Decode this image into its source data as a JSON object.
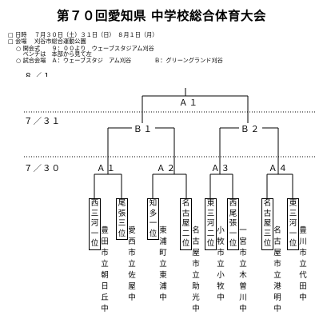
{
  "title": "第７０回愛知県 中学校総合体育大会",
  "info": {
    "date_line": "日時　 ７月３０日（土）３１日（日）　８月１日（月）",
    "venue_line": "会場　 刈谷市総合運動公園",
    "opening_line": "開会式　　９：００より　ウェーブスタジアム刈谷",
    "bench_line": "ベンチは　本部から見て左",
    "match_venue_line": "試合会場　Ａ：ウェーブスタジ　アム刈谷　　　　Ｂ：グリーングランド刈谷"
  },
  "dates": {
    "d1": "８／１",
    "d2": "７／３１",
    "d3": "７／３０"
  },
  "labels": {
    "final": "Ａ１",
    "b1": "Ｂ１",
    "b2": "Ｂ２",
    "a1": "Ａ１",
    "a2": "Ａ２",
    "a3": "Ａ３",
    "a4": "Ａ４"
  },
  "teams": [
    {
      "rank": "西三河一位",
      "school": "豊田市立朝日丘中"
    },
    {
      "rank": "尾張三位",
      "school": "愛西市立佐屋中"
    },
    {
      "rank": "知多一位",
      "school": "東浦町立東浦中"
    },
    {
      "rank": "名古屋二位",
      "school": "名古屋市立助光中"
    },
    {
      "rank": "東三河二位",
      "school": "小牧市立小牧中"
    },
    {
      "rank": "西尾張一位",
      "school": "一宮市立木曽川中"
    },
    {
      "rank": "名古屋三位",
      "school": "名古屋市立港明中"
    },
    {
      "rank": "東三河一位",
      "school": "豊川市立代田中"
    }
  ]
}
